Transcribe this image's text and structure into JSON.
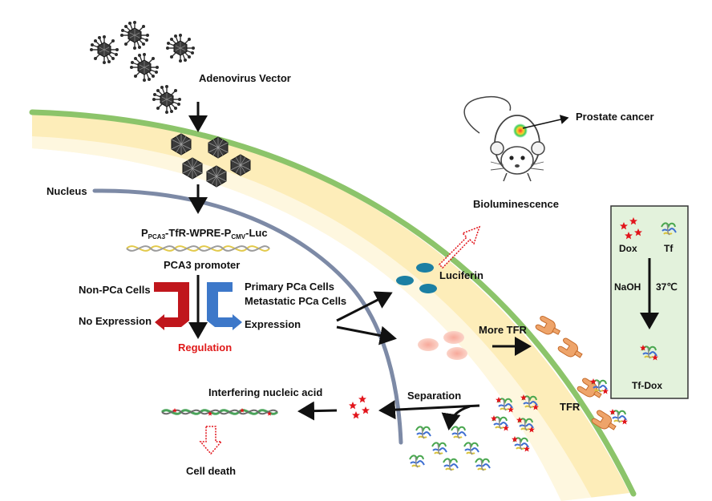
{
  "labels": {
    "adenovirus": "Adenovirus Vector",
    "nucleus": "Nucleus",
    "construct": {
      "p1": "P",
      "p1_sub": "PCA3",
      "mid": "-TfR-WPRE-P",
      "p2_sub": "CMV",
      "end": "-Luc"
    },
    "pca3_promoter": "PCA3 promoter",
    "non_pca": "Non-PCa Cells",
    "no_expression": "No Expression",
    "regulation": "Regulation",
    "primary": "Primary PCa Cells",
    "metastatic": "Metastatic  PCa Cells",
    "expression": "Expression",
    "luciferin": "Luciferin",
    "more_tfr": "More TFR",
    "tfr": "TFR",
    "separation": "Separation",
    "interfering": "Interfering nucleic acid",
    "cell_death": "Cell death",
    "bioluminescence": "Bioluminescence",
    "prostate_cancer": "Prostate cancer"
  },
  "inset": {
    "dox": "Dox",
    "tf": "Tf",
    "naoh": "NaOH",
    "temp": "37℃",
    "product": "Tf-Dox"
  },
  "colors": {
    "membrane_green": "#8cc46a",
    "cytoplasm_yellow": "#fde9a8",
    "nucleus_line": "#7d8aa6",
    "red_arrow": "#c0161c",
    "blue_arrow": "#3d78c9",
    "regulation_text": "#e01919",
    "luciferin": "#1b7fa3",
    "tfr_protein": "#eea46a",
    "dox_star": "#e2141b",
    "inset_bg": "#e3f2dc"
  }
}
